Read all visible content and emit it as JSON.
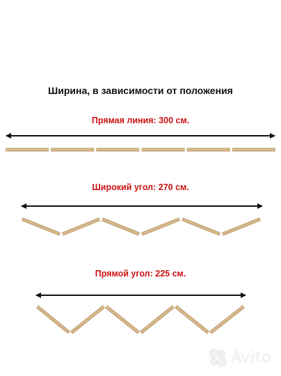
{
  "title": "Ширина, в зависимости от положения",
  "accent_color": "#cc1111",
  "plank_color": "#d9b98b",
  "arrow_color": "#111111",
  "sections": [
    {
      "caption": "Прямая линия: 300 см.",
      "layout": "straight",
      "panels": 6
    },
    {
      "caption": "Широкий угол: 270 см.",
      "layout": "wide-angle",
      "panels": 6
    },
    {
      "caption": "Прямой угол: 225 см.",
      "layout": "right-angle",
      "panels": 6
    }
  ],
  "watermark": {
    "text": "Avito"
  }
}
